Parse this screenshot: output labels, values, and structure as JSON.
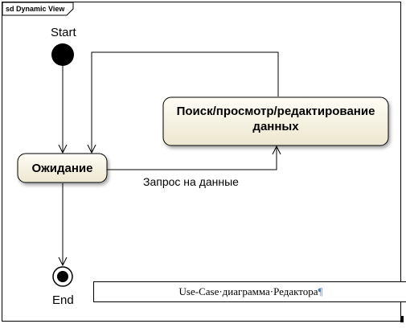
{
  "frame": {
    "title": "sd Dynamic View"
  },
  "diagram": {
    "start_label": "Start",
    "end_label": "End",
    "states": {
      "waiting": "Ожидание",
      "search_line1": "Поиск/просмотр/редактирование",
      "search_line2": "данных"
    },
    "transitions": {
      "request": "Запрос на данные"
    }
  },
  "caption": {
    "text": "Use-Case·диаграмма·Редактора",
    "pilcrow": "¶"
  }
}
